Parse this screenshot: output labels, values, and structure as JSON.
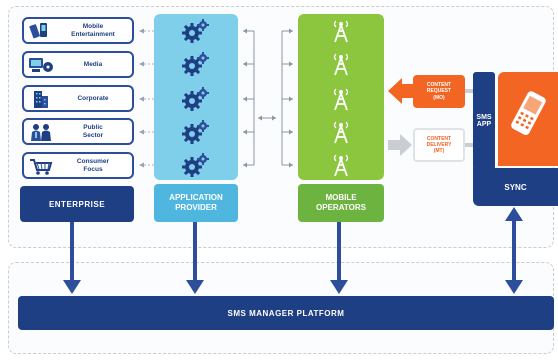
{
  "enterprise": {
    "items": [
      {
        "label_line1": "Mobile",
        "label_line2": "Entertainment",
        "icon": "mobile-phones-icon"
      },
      {
        "label_line1": "Media",
        "label_line2": "",
        "icon": "media-icon"
      },
      {
        "label_line1": "Corporate",
        "label_line2": "",
        "icon": "corporate-building-icon"
      },
      {
        "label_line1": "Public",
        "label_line2": "Sector",
        "icon": "people-icon"
      },
      {
        "label_line1": "Consumer",
        "label_line2": "Focus",
        "icon": "shopping-cart-icon"
      }
    ],
    "box_label": "ENTERPRISE"
  },
  "application_provider": {
    "label_line1": "APPLICATION",
    "label_line2": "PROVIDER",
    "icon": "gear-icon"
  },
  "mobile_operators": {
    "label_line1": "MOBILE",
    "label_line2": "OPERATORS",
    "icon": "cell-tower-icon"
  },
  "content_request": {
    "line1": "CONTENT",
    "line2": "REQUEST",
    "line3": "(MO)"
  },
  "content_delivery": {
    "line1": "CONTENT",
    "line2": "DELIVERY",
    "line3": "(MT)"
  },
  "sms_app": {
    "line1": "SMS",
    "line2": "APP"
  },
  "phone": {
    "icon": "mobile-phone-icon"
  },
  "sync": {
    "label": "SYNC"
  },
  "platform": {
    "label": "SMS MANAGER PLATFORM"
  },
  "colors": {
    "navy": "#1f3f85",
    "sky": "#7fcfea",
    "green": "#8cc63f",
    "orange": "#f26522"
  }
}
